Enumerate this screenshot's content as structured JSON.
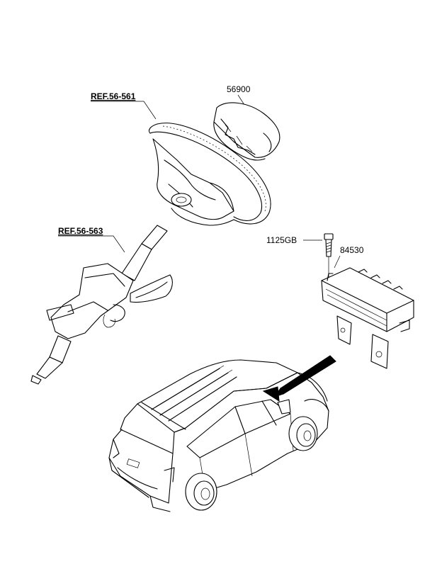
{
  "callouts": {
    "ref_wheel": "REF.56-561",
    "ref_column": "REF.56-563",
    "driver_airbag": "56900",
    "bolt": "1125GB",
    "passenger_airbag": "84530"
  }
}
